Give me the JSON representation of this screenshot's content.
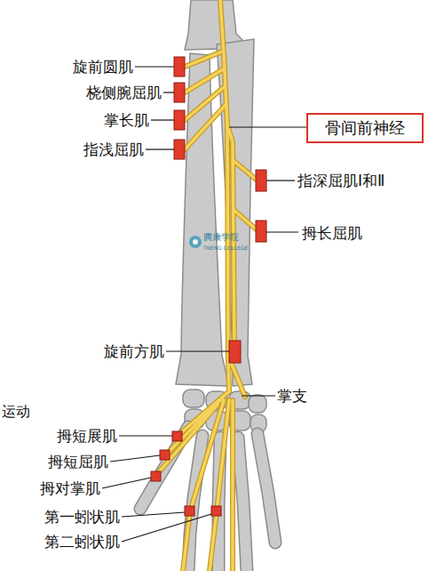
{
  "diagram": {
    "nodes": [
      {
        "text": [
          "骨间前神经"
        ]
      }
    ],
    "labels": [
      "旋前圆肌",
      "桡侧腕屈肌",
      "掌长肌",
      "指浅屈肌",
      "指深屈肌Ⅰ和Ⅱ",
      "拇长屈肌",
      "腾康学院",
      "TKENG COLLEGE",
      "旋前方肌",
      "掌支",
      "运动",
      "拇短展肌",
      "拇短屈肌",
      "拇对掌肌",
      "第一蚓状肌",
      "第二蚓状肌"
    ]
  }
}
